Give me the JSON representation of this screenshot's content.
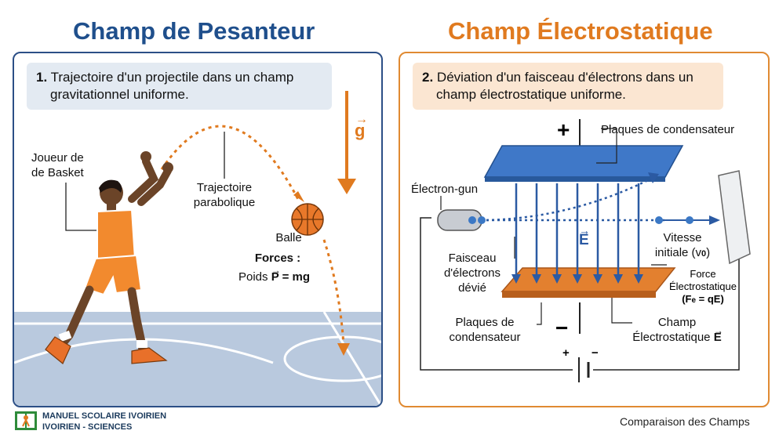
{
  "left": {
    "title": "Champ de Pesanteur",
    "caption_line1": "Trajectoire d'un projectile dans un champ",
    "caption_line2": "gravitationnel uniforme.",
    "caption_number": "1.",
    "player_label_line1": "Joueur de",
    "player_label_line2": "de Basket",
    "trajectory_label_line1": "Trajectoire",
    "trajectory_label_line2": "parabolique",
    "g_vector": "g",
    "ball_label": "Balle",
    "forces_label": "Forces :",
    "weight_prefix": "Poids ",
    "weight_vector": "P",
    "weight_suffix": " = mg"
  },
  "right": {
    "title": "Champ Électrostatique",
    "caption_number": "2.",
    "caption_line1": "Déviation d'un faisceau d'électrons dans un",
    "caption_line2": "champ électrostatique uniforme.",
    "plus_sign": "+",
    "minus_sign": "−",
    "plates_top_label": "Plaques de condensateur",
    "gun_label": "Électron-gun",
    "e_vector": "E",
    "velocity_line1": "Vitesse",
    "velocity_line2": "initiale (v",
    "velocity_sub": "0",
    "velocity_close": ")",
    "beam_line1": "Faisceau",
    "beam_line2": "d'électrons",
    "beam_line3": "dévié",
    "force_line1": "Force",
    "force_line2": "Électrostatique",
    "force_line3a": "(F",
    "force_line3sub": "e",
    "force_line3b": " = qE)",
    "plates_bottom_line1": "Plaques de",
    "plates_bottom_line2": "condensateur",
    "field_line1": "Champ",
    "field_line2": "Électrostatique ",
    "field_vector": "E",
    "battery_plus": "+",
    "battery_minus": "−"
  },
  "footer": {
    "logo_line1": "MANUEL SCOLAIRE IVOIRIEN",
    "logo_line2": "IVOIRIEN - SCIENCES",
    "right_text": "Comparaison des Champs"
  },
  "colors": {
    "blue_title": "#1f4f8c",
    "orange_title": "#e07a1f",
    "left_border": "#2c4f86",
    "right_border": "#e08a32",
    "court": "#b7c7dc",
    "plate_blue": "#3f78c8",
    "plate_orange": "#e3802f"
  }
}
